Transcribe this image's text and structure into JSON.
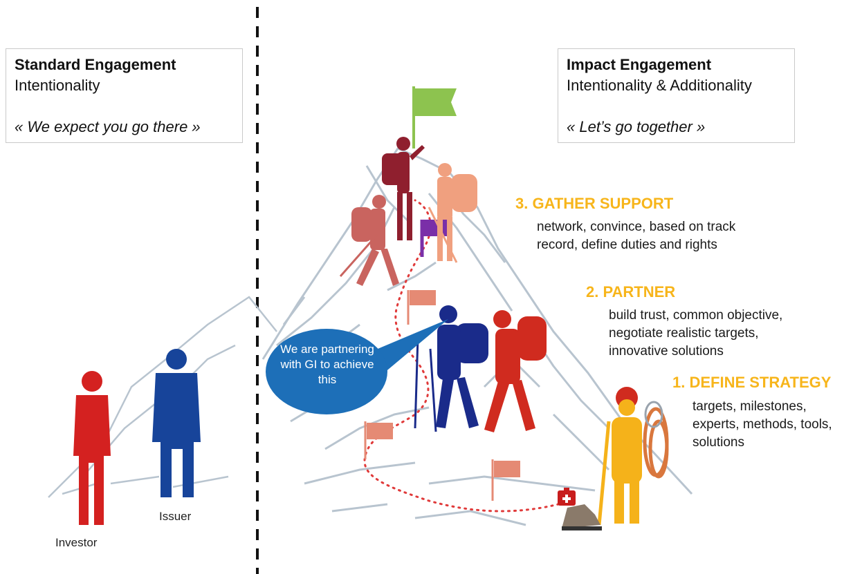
{
  "standard_box": {
    "title": "Standard Engagement",
    "subtitle": "Intentionality",
    "quote": "« We expect you go there »"
  },
  "impact_box": {
    "title": "Impact Engagement",
    "subtitle": "Intentionality & Additionality",
    "quote": "« Let’s go together »"
  },
  "steps": [
    {
      "title": "3. GATHER SUPPORT",
      "description": "network, convince, based on track\nrecord, define duties and rights"
    },
    {
      "title": "2. PARTNER",
      "description": "build trust, common objective,\nnegotiate realistic targets,\ninnovative solutions"
    },
    {
      "title": "1. DEFINE STRATEGY",
      "description": "targets, milestones,\nexperts, methods, tools,\nsolutions"
    }
  ],
  "speech_bubble": "We are partnering with GI to achieve this",
  "people": {
    "investor_label": "Investor",
    "issuer_label": "Issuer"
  },
  "colors": {
    "step_title": "#f7b51b",
    "investor": "#d42120",
    "issuer": "#17449a",
    "bubble": "#1d6fb8",
    "mountain": "#b8c4cf",
    "trail": "#e03a3a",
    "summit_flag": "#8dc34f",
    "camp_flag": "#7a2fa8",
    "path_flag": "#e58a74",
    "hiker_top": "#8f1f2e",
    "hiker_salmon": "#f0a07f",
    "hiker_rose": "#c9645f",
    "hiker_blue": "#1a2b8a",
    "hiker_red": "#d02b1f",
    "hiker_yellow": "#f5b21a"
  },
  "icons": [
    "summit-flag-icon",
    "camp-flag-icon",
    "path-flag-icon",
    "first-aid-kit-icon",
    "hiking-boot-icon",
    "rope-coil-icon"
  ]
}
